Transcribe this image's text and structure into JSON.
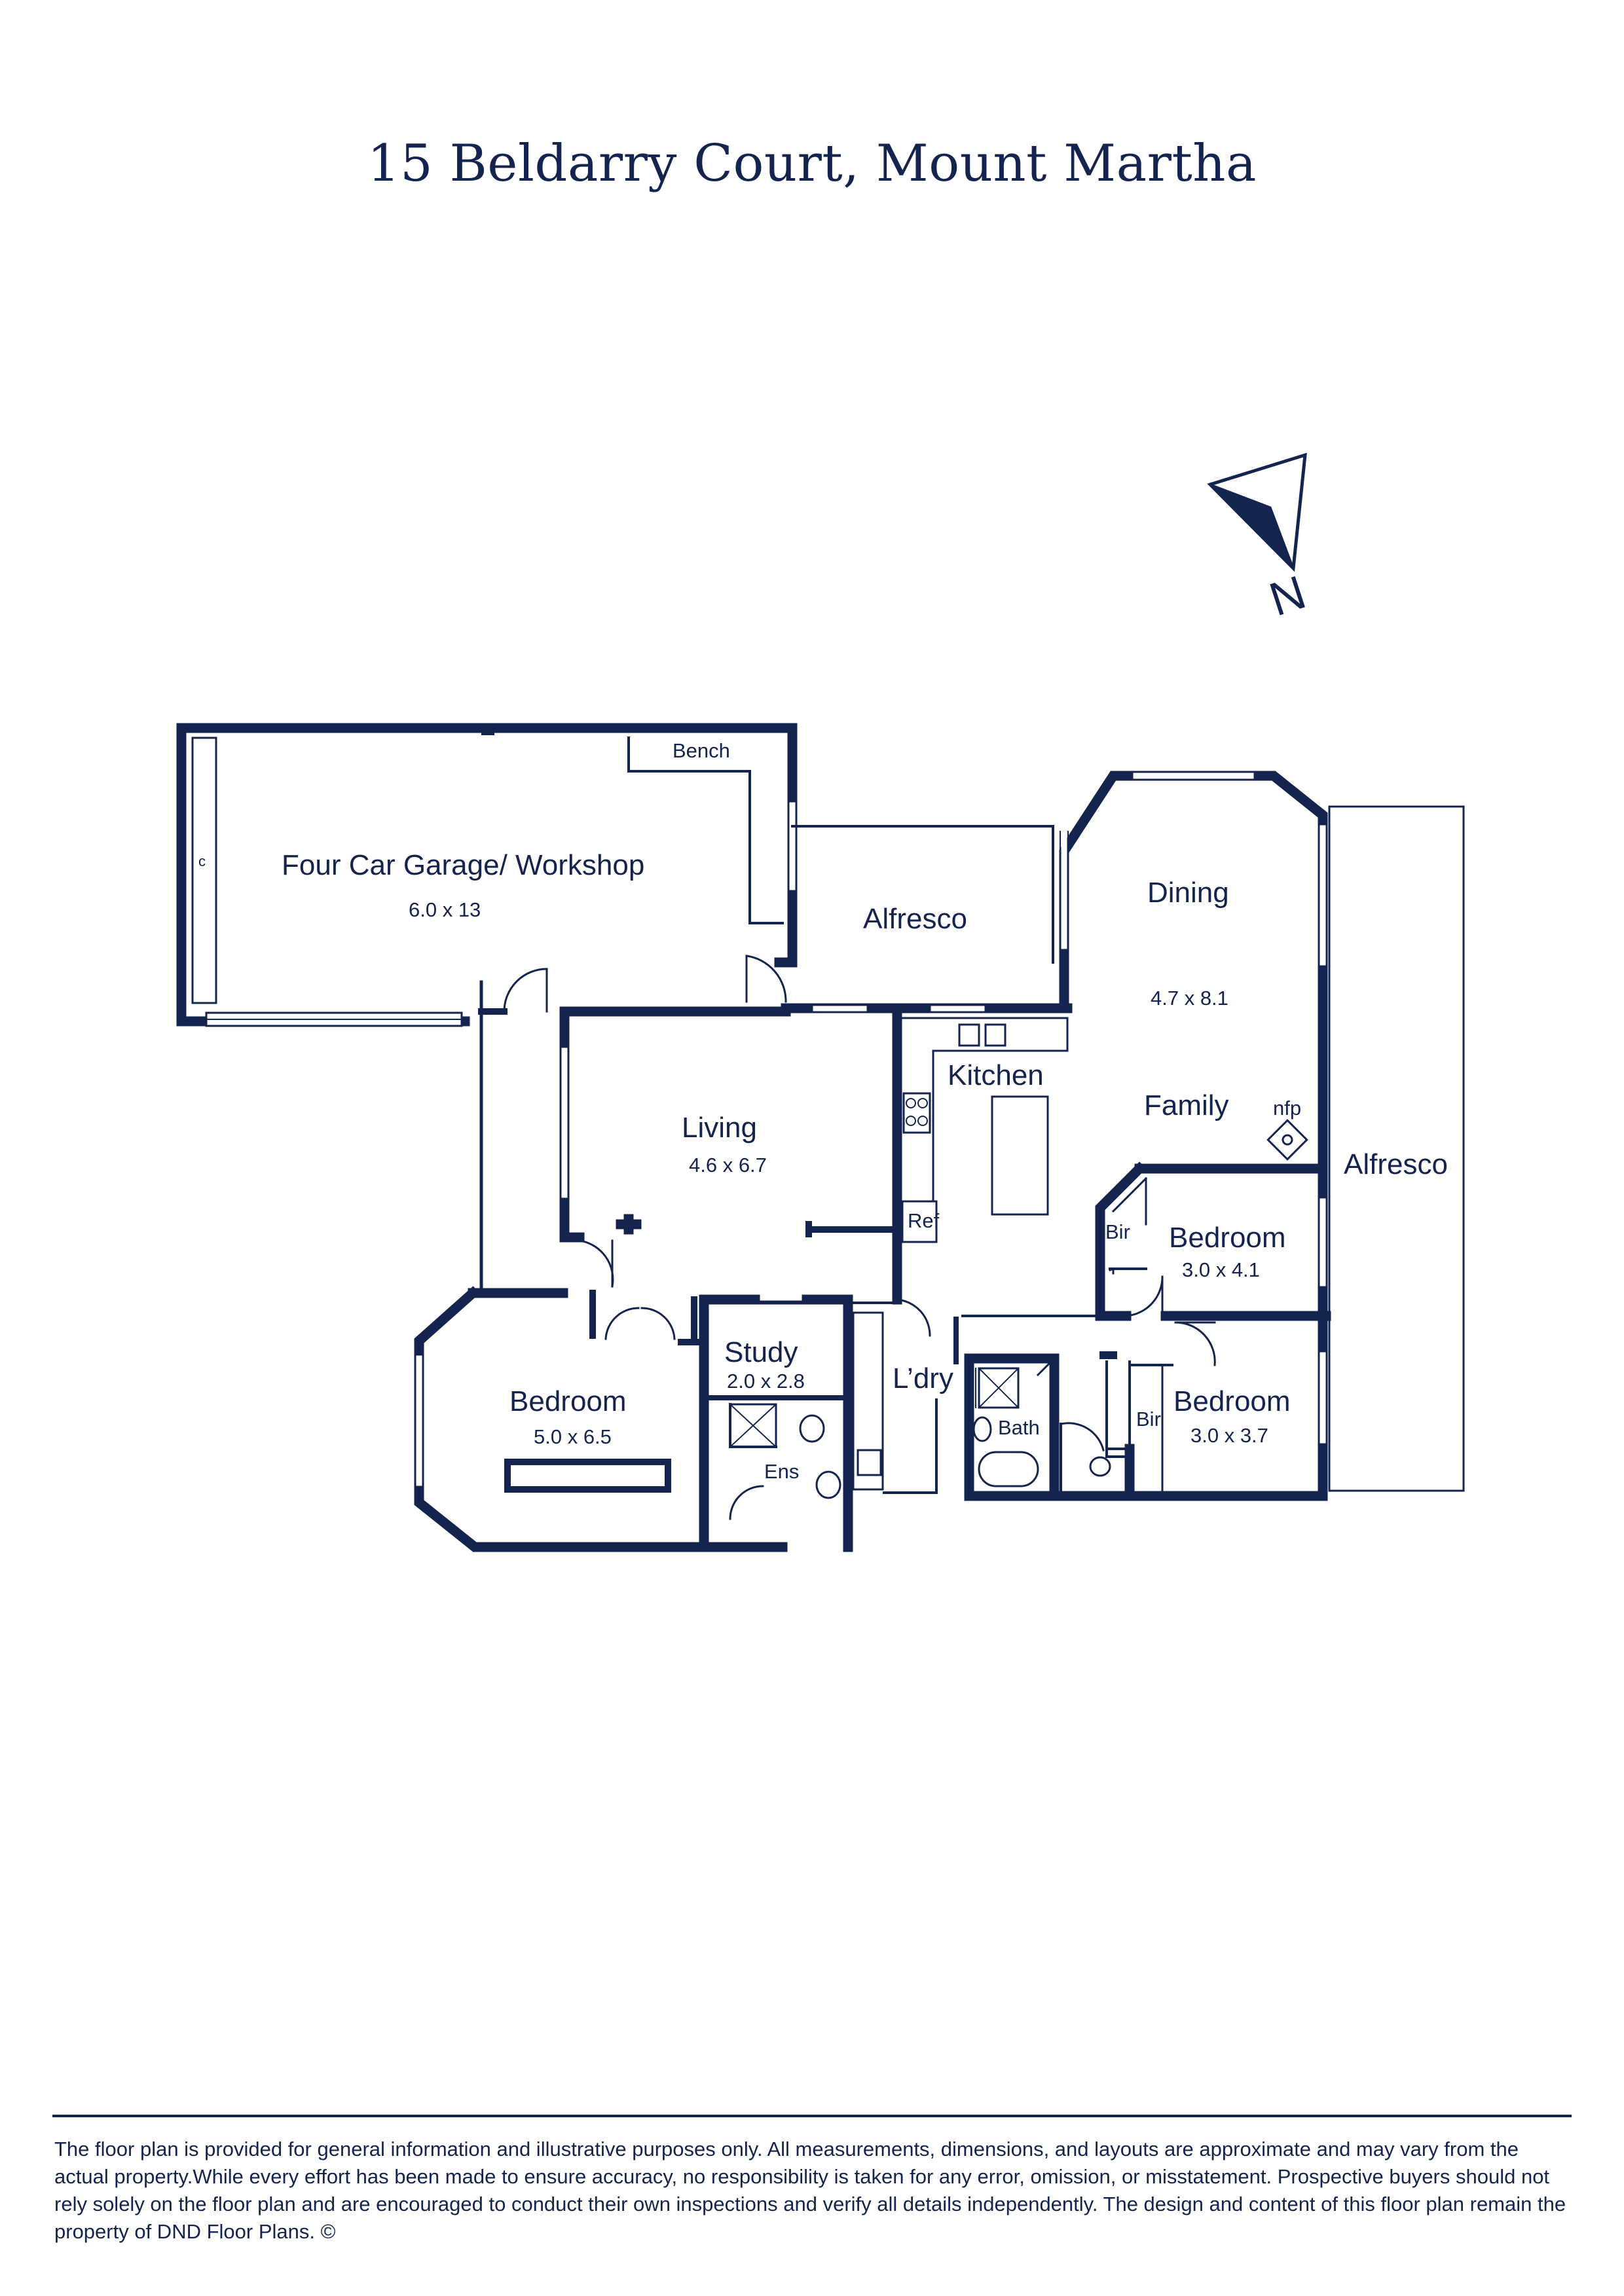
{
  "title": "15 Beldarry Court, Mount Martha",
  "compass": {
    "label": "N"
  },
  "rooms": {
    "garage": {
      "name": "Four Car Garage/ Workshop",
      "dims": "6.0 x 13"
    },
    "bench": "Bench",
    "garage_c": "c",
    "alfresco_north": {
      "name": "Alfresco"
    },
    "alfresco_east": {
      "name": "Alfresco"
    },
    "dining": {
      "name": "Dining",
      "dims": "4.7 x 8.1"
    },
    "family": {
      "name": "Family"
    },
    "nfp": "nfp",
    "kitchen": {
      "name": "Kitchen"
    },
    "ref": "Ref",
    "living": {
      "name": "Living",
      "dims": "4.6 x 6.7"
    },
    "bedroom_east": {
      "name": "Bedroom",
      "dims": "3.0 x 4.1"
    },
    "bir_east": "Bir",
    "bedroom_se": {
      "name": "Bedroom",
      "dims": "3.0 x 3.7"
    },
    "bir_se": "Bir",
    "bath": {
      "name": "Bath"
    },
    "laundry": {
      "name": "L’dry"
    },
    "study": {
      "name": "Study",
      "dims": "2.0 x 2.8"
    },
    "ens": {
      "name": "Ens"
    },
    "bedroom_main": {
      "name": "Bedroom",
      "dims": "5.0 x 6.5"
    }
  },
  "colors": {
    "ink": "#15244f",
    "paper": "#ffffff"
  },
  "disclaimer": "The floor plan is provided for general information and illustrative purposes only. All measurements, dimensions, and layouts are approximate and may vary from the actual property.While every effort has been made to ensure accuracy, no responsibility is taken for any error, omission, or misstatement. Prospective buyers should not rely solely on the floor plan and are encouraged to conduct their own inspections and verify all details independently. The design and content of this floor plan remain the property of DND Floor Plans. ©"
}
